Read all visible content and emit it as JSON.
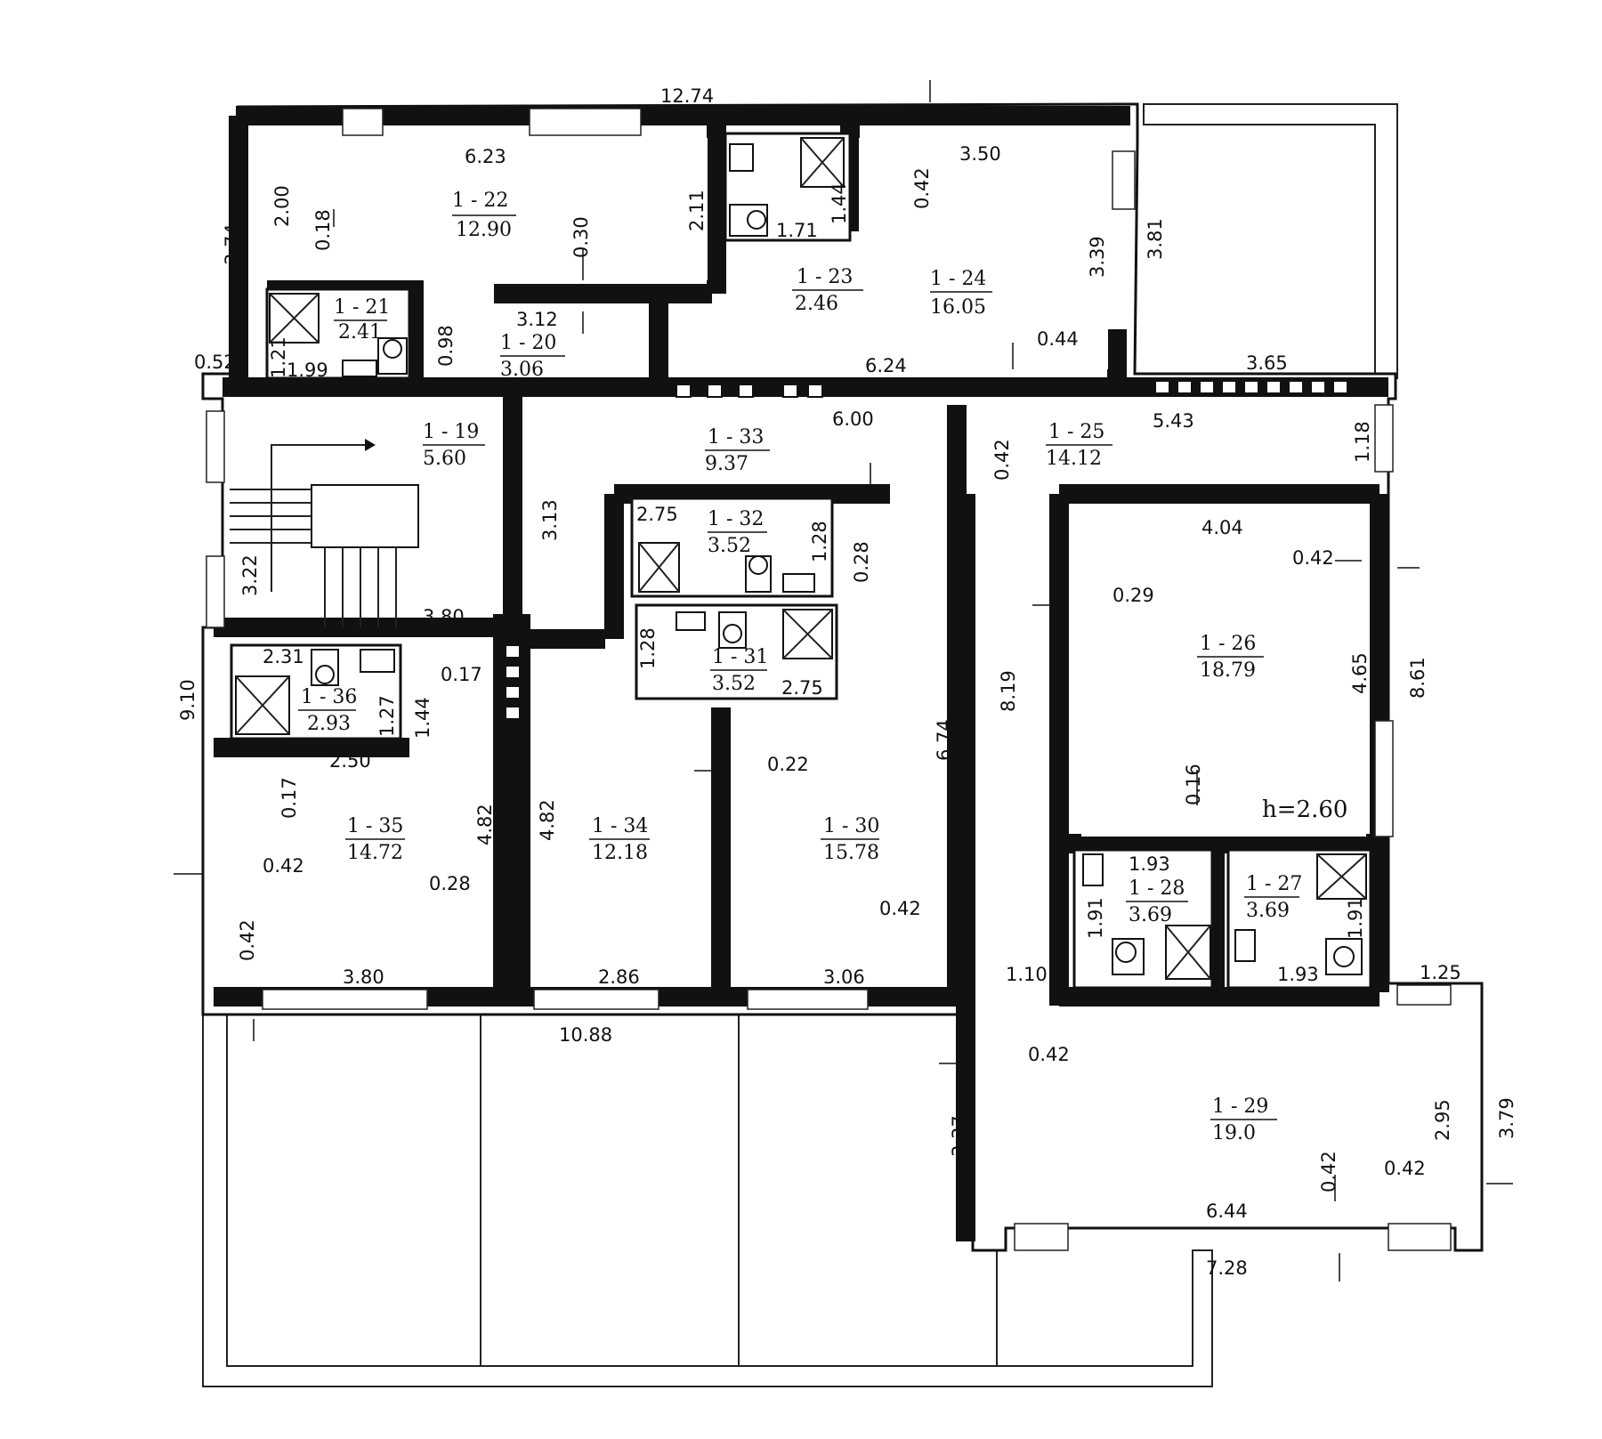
{
  "rooms": [
    {
      "id": "1 - 22",
      "area": "12.90"
    },
    {
      "id": "1 - 21",
      "area": "2.41"
    },
    {
      "id": "1 - 20",
      "area": "3.06"
    },
    {
      "id": "1 - 23",
      "area": "2.46"
    },
    {
      "id": "1 - 24",
      "area": "16.05"
    },
    {
      "id": "1 - 19",
      "area": "5.60"
    },
    {
      "id": "1 - 33",
      "area": "9.37"
    },
    {
      "id": "1 - 25",
      "area": "14.12"
    },
    {
      "id": "1 - 32",
      "area": "3.52"
    },
    {
      "id": "1 - 31",
      "area": "3.52"
    },
    {
      "id": "1 - 36",
      "area": "2.93"
    },
    {
      "id": "1 - 26",
      "area": "18.79"
    },
    {
      "id": "1 - 35",
      "area": "14.72"
    },
    {
      "id": "1 - 34",
      "area": "12.18"
    },
    {
      "id": "1 - 30",
      "area": "15.78"
    },
    {
      "id": "1 - 28",
      "area": "3.69"
    },
    {
      "id": "1 - 27",
      "area": "3.69"
    },
    {
      "id": "1 - 29",
      "area": "19.0"
    }
  ],
  "ceiling_height": "h=2.60",
  "dimensions": [
    "12.74",
    "6.23",
    "3.50",
    "2.00",
    "0.18",
    "0.30",
    "2.11",
    "0.42",
    "1.44",
    "1.71",
    "3.39",
    "3.81",
    "3.74",
    "3.12",
    "0.98",
    "1.21",
    "1.99",
    "0.52",
    "6.24",
    "0.44",
    "3.65",
    "6.00",
    "5.43",
    "0.42",
    "1.18",
    "3.13",
    "2.75",
    "1.28",
    "0.28",
    "4.04",
    "0.42",
    "0.29",
    "3.22",
    "3.80",
    "2.31",
    "0.17",
    "1.27",
    "1.44",
    "1.28",
    "2.75",
    "9.10",
    "4.65",
    "8.61",
    "8.19",
    "6.74",
    "2.50",
    "0.22",
    "0.16",
    "0.17",
    "4.82",
    "4.82",
    "0.42",
    "0.28",
    "0.42",
    "1.93",
    "1.91",
    "1.91",
    "0.42",
    "3.80",
    "2.86",
    "3.06",
    "1.10",
    "1.93",
    "1.25",
    "10.88",
    "0.42",
    "3.37",
    "2.95",
    "3.79",
    "0.42",
    "0.42",
    "6.44",
    "7.28"
  ]
}
